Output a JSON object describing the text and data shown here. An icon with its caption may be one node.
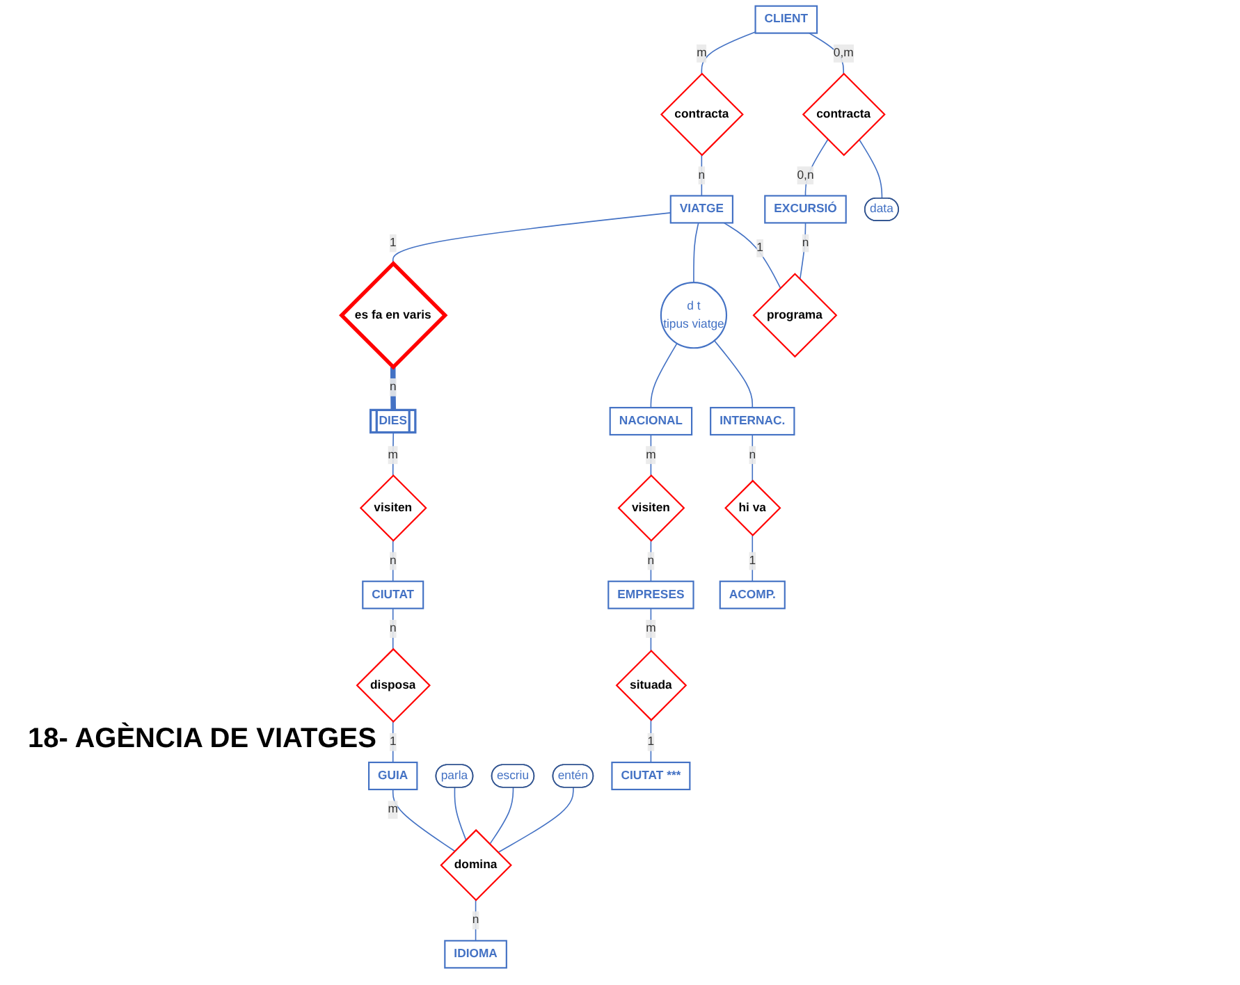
{
  "diagram": {
    "title": "18- AGÈNCIA DE VIATGES",
    "nodes": [
      {
        "text": [
          "CLIENT"
        ]
      },
      {
        "text": [
          "contracta"
        ]
      },
      {
        "text": [
          "VIATGE"
        ]
      },
      {
        "text": [
          "es fa en varis"
        ]
      },
      {
        "text": [
          "DIES"
        ]
      },
      {
        "text": [
          "data"
        ]
      },
      {
        "text": [
          "contracta"
        ]
      },
      {
        "text": [
          "d t",
          "tipus viatge"
        ]
      },
      {
        "text": [
          "NACIONAL"
        ]
      },
      {
        "text": [
          "INTERNAC."
        ]
      },
      {
        "text": [
          "visiten"
        ]
      },
      {
        "text": [
          "EXCURSIÓ"
        ]
      },
      {
        "text": [
          "programa"
        ]
      },
      {
        "text": [
          "CIUTAT"
        ]
      },
      {
        "text": [
          "visiten"
        ]
      },
      {
        "text": [
          "hi va"
        ]
      },
      {
        "text": [
          "disposa"
        ]
      },
      {
        "text": [
          "EMPRESES"
        ]
      },
      {
        "text": [
          "ACOMP."
        ]
      },
      {
        "text": [
          "GUIA"
        ]
      },
      {
        "text": [
          "situada"
        ]
      },
      {
        "text": [
          "parla"
        ]
      },
      {
        "text": [
          "escriu"
        ]
      },
      {
        "text": [
          "entén"
        ]
      },
      {
        "text": [
          "domina"
        ]
      },
      {
        "text": [
          "CIUTAT ***"
        ]
      },
      {
        "text": [
          "IDIOMA"
        ]
      }
    ],
    "edges": [
      {
        "from": 0,
        "to": 1,
        "arrow": "none",
        "label": "m"
      },
      {
        "from": 1,
        "to": 2,
        "arrow": "none",
        "label": "n"
      },
      {
        "from": 2,
        "to": 3,
        "arrow": "none",
        "label": "1"
      },
      {
        "from": 3,
        "to": 4,
        "arrow": "none",
        "label": "n",
        "style": "thick"
      },
      {
        "from": 0,
        "to": 6,
        "arrow": "none",
        "label": "0,m"
      },
      {
        "from": 6,
        "to": 11,
        "arrow": "none",
        "label": "0,n"
      },
      {
        "from": 6,
        "to": 5,
        "arrow": "none"
      },
      {
        "from": 2,
        "to": 7,
        "arrow": "none"
      },
      {
        "from": 7,
        "to": 8,
        "arrow": "none"
      },
      {
        "from": 7,
        "to": 9,
        "arrow": "none"
      },
      {
        "from": 4,
        "to": 10,
        "arrow": "none",
        "label": "m"
      },
      {
        "from": 10,
        "to": 13,
        "arrow": "none",
        "label": "n"
      },
      {
        "from": 11,
        "to": 12,
        "arrow": "none",
        "label": "n"
      },
      {
        "from": 2,
        "to": 12,
        "arrow": "none",
        "label": "1"
      },
      {
        "from": 8,
        "to": 14,
        "arrow": "none",
        "label": "m"
      },
      {
        "from": 14,
        "to": 17,
        "arrow": "none",
        "label": "n"
      },
      {
        "from": 9,
        "to": 15,
        "arrow": "none",
        "label": "n"
      },
      {
        "from": 15,
        "to": 18,
        "arrow": "none",
        "label": "1"
      },
      {
        "from": 13,
        "to": 16,
        "arrow": "none",
        "label": "n"
      },
      {
        "from": 16,
        "to": 19,
        "arrow": "none",
        "label": "1"
      },
      {
        "from": 17,
        "to": 20,
        "arrow": "none",
        "label": "m"
      },
      {
        "from": 20,
        "to": 25,
        "arrow": "none",
        "label": "1"
      },
      {
        "from": 19,
        "to": 24,
        "arrow": "none",
        "label": "m"
      },
      {
        "from": 24,
        "to": 26,
        "arrow": "none",
        "label": "n"
      },
      {
        "from": 21,
        "to": 24,
        "arrow": "none"
      },
      {
        "from": 22,
        "to": 24,
        "arrow": "none"
      },
      {
        "from": 23,
        "to": 24,
        "arrow": "none"
      }
    ]
  }
}
